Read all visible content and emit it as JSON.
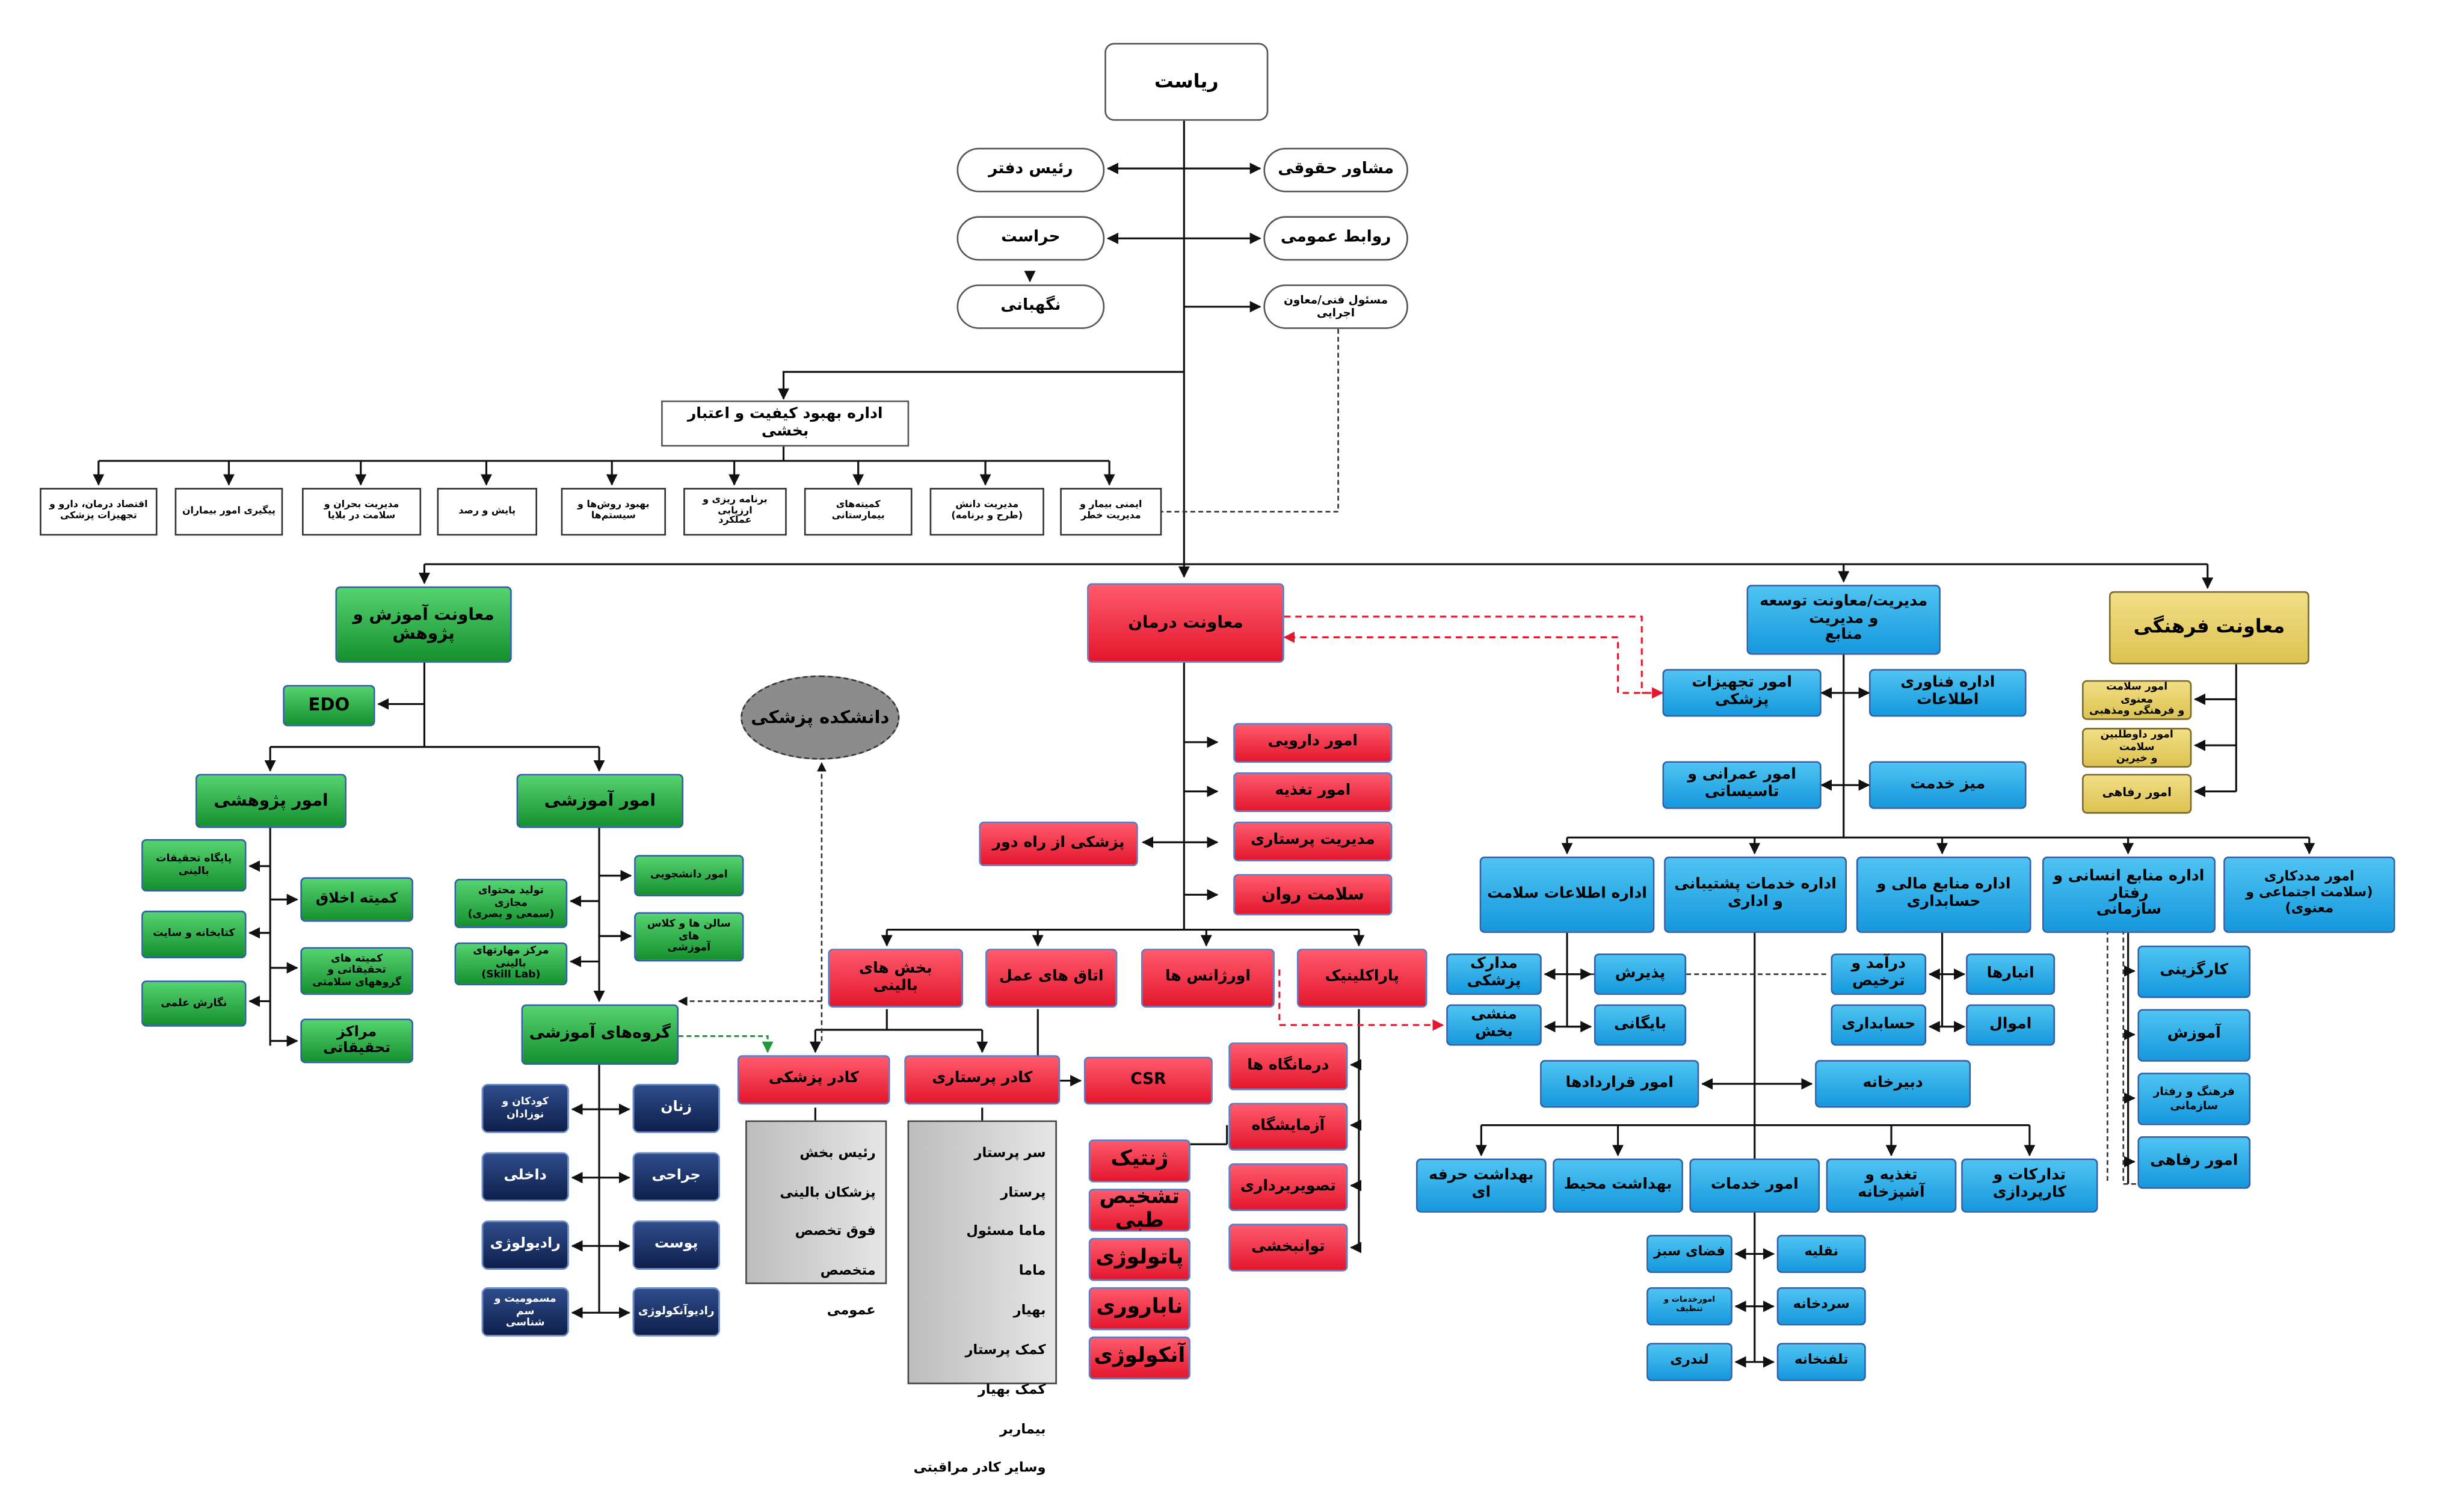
{
  "top": {
    "head": "ریاست",
    "office_chief": "رئیس دفتر",
    "legal_advisor": "مشاور حقوقی",
    "security": "حراست",
    "public_relations": "روابط عمومی",
    "guard": "نگهبانی",
    "technical_officer": "مسئول فنی/معاون اجرایی"
  },
  "quality": {
    "title": "اداره بهبود کیفیت و اعتبار بخشی",
    "units": [
      "اقتصاد درمان، دارو و\nتجهیزات پزشکی",
      "پیگیری امور بیماران",
      "مدیریت بحران و سلامت در بلایا",
      "پایش و رصد",
      "بهبود روش‌ها و سیستم‌ها",
      "برنامه ریزی و ارزیابی\nعملکرد",
      "کمیته‌های بیمارستانی",
      "مدیریت دانش\n(طرح و برنامه)",
      "ایمنی بیمار و مدیریت خطر"
    ]
  },
  "education": {
    "title": "معاونت آموزش و پژوهش",
    "edo": "EDO",
    "research": {
      "title": "امور پژوهشی",
      "left": [
        "پایگاه تحقیقات بالینی",
        "کتابخانه و سایت",
        "نگارش علمی"
      ],
      "right": [
        "کمیته اخلاق",
        "کمیته های تحقیقاتی و\nگروههای سلامتی",
        "مراکز تحقیقاتی"
      ]
    },
    "training": {
      "title": "امور آموزشی",
      "left": [
        "تولید محتوای مجازی\n(سمعی و بصری)",
        "مرکز مهارتهای بالینی\n(Skill Lab)"
      ],
      "right": [
        "امور دانشجویی",
        "سالن ها و کلاس های\nآموزشی"
      ]
    },
    "groups": {
      "title": "گروه‌های آموزشی",
      "right": [
        "زنان",
        "جراحی",
        "پوست",
        "رادیوآنکولوژی"
      ],
      "left": [
        "کودکان و نوزادان",
        "داخلی",
        "رادیولوژی",
        "مسمومیت و سم\nشناسی"
      ]
    },
    "medical_school": "دانشکده پزشکی"
  },
  "treatment": {
    "title": "معاونت درمان",
    "side": [
      "امور دارویی",
      "امور تغذیه",
      "مدیریت پرستاری",
      "سلامت روان"
    ],
    "telemedicine": "پزشکی از راه دور",
    "paraclinic": "پاراکلینیک",
    "emergency": "اورژانس ها",
    "or": "اتاق های عمل",
    "clinical_wards": "بخش های بالینی",
    "medical_staff": "کادر پزشکی",
    "nursing_staff": "کادر پرستاری",
    "csr": "CSR",
    "medical_staff_list": [
      "رئیس بخش",
      "پزشکان بالینی",
      "فوق تخصص",
      "متخصص",
      "عمومی"
    ],
    "nursing_staff_list": [
      "سر پرستار",
      "پرستار",
      "ماما مسئول",
      "ماما",
      "بهیار",
      "کمک پرستار",
      "کمک بهیار",
      "بیماربر",
      "وسایر کادر مراقبتی"
    ],
    "para_units": [
      "درمانگاه ها",
      "آزمایشگاه",
      "تصویربرداری",
      "توانبخشی"
    ],
    "lab_units": [
      "ژنتیک",
      "تشخیص طبی",
      "پاتولوژی",
      "ناباروری",
      "آنکولوژی"
    ]
  },
  "development": {
    "title": "مدیریت/معاونت توسعه و مدیریت\nمنابع",
    "it": "اداره فناوری اطلاعات",
    "equipment": "امور تجهیزات پزشکی",
    "service_desk": "میز خدمت",
    "construction": "امور عمرانی و تاسیساتی",
    "hr": "اداره منابع انسانی و رفتار\nسازمانی",
    "finance": "اداره منابع مالی و حسابداری",
    "support": "اداره خدمات پشتیبانی و اداری",
    "health_info": "اداره اطلاعات سلامت",
    "social_work": "امور مددکاری\n(سلامت اجتماعی و معنوی)",
    "hr_units": [
      "کارگزینی",
      "آموزش",
      "فرهنگ و رفتار سازمانی",
      "امور رفاهی"
    ],
    "finance_units": [
      "انبارها",
      "اموال",
      "درآمد و ترخیص",
      "حسابداری"
    ],
    "health_info_units": [
      "پذیرش",
      "بایگانی",
      "مدارک پزشکی",
      "منشی بخش"
    ],
    "secretariat": "دبیرخانه",
    "contracts": "امور قراردادها",
    "support_units": [
      "تدارکات و کارپردازی",
      "تغذیه و آشپزخانه",
      "امور خدمات",
      "بهداشت محیط",
      "بهداشت حرفه ای"
    ],
    "service_units": [
      "فضای سبز",
      "نقلیه",
      "امورخدمات و تنظیف",
      "سردخانه",
      "لندری",
      "تلفنخانه"
    ]
  },
  "cultural": {
    "title": "معاونت فرهنگی",
    "units": [
      "امور سلامت معنوی\nو فرهنگی ومذهبی",
      "امور داوطلبین سلامت\nو خیرین",
      "امور رفاهی"
    ]
  },
  "colors": {
    "education": "#1e9a3a",
    "treatment": "#f0263c",
    "development": "#22a6e6",
    "cultural": "#e8d070",
    "teaching_groups": "#1b2f66",
    "staff_list": "#cfcfcf"
  }
}
